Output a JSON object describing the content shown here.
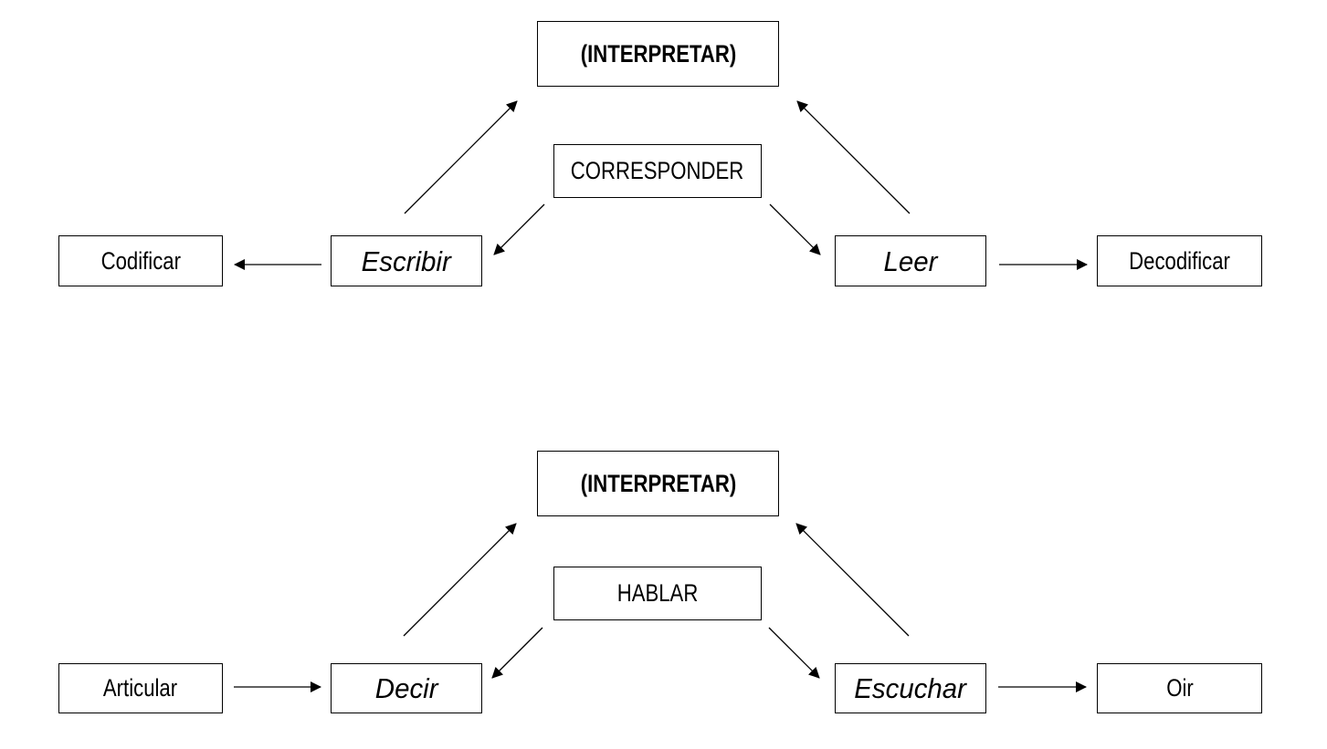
{
  "diagrams": [
    {
      "top": "(INTERPRETAR)",
      "center": "CORRESPONDER",
      "left": "Escribir",
      "right": "Leer",
      "far_left": "Codificar",
      "far_right": "Decodificar"
    },
    {
      "top": "(INTERPRETAR)",
      "center": "HABLAR",
      "left": "Decir",
      "right": "Escuchar",
      "far_left": "Articular",
      "far_right": "Oir"
    }
  ],
  "colors": {
    "line": "#000000",
    "box_border": "#000000",
    "background": "#ffffff"
  }
}
